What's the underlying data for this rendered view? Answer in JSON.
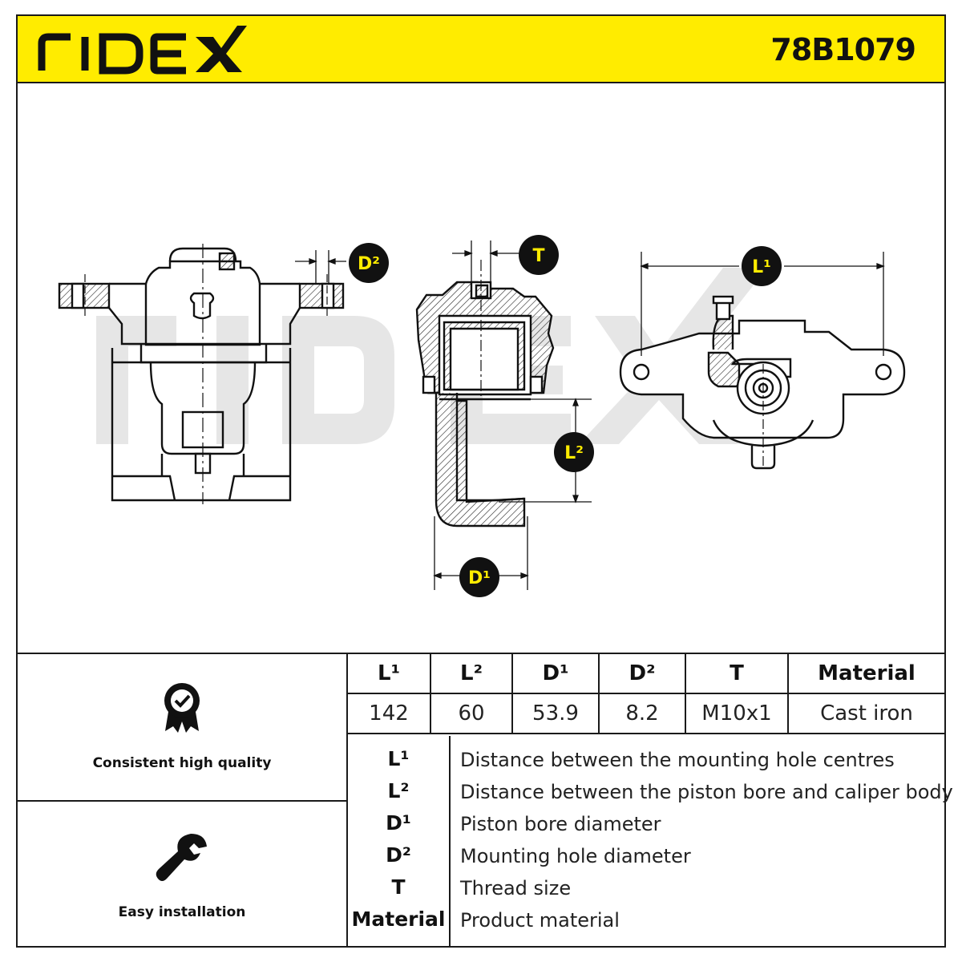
{
  "header": {
    "brand": "RIDEX",
    "part_number": "78B1079",
    "background_color": "#ffec00"
  },
  "drawing": {
    "watermark": "RIDEX",
    "dimension_labels": {
      "d2": "D²",
      "t": "T",
      "l1": "L¹",
      "l2": "L²",
      "d1": "D¹"
    }
  },
  "features": [
    {
      "icon": "quality-badge-icon",
      "label": "Consistent high quality"
    },
    {
      "icon": "wrench-icon",
      "label": "Easy installation"
    }
  ],
  "spec_table": {
    "headers": [
      "L¹",
      "L²",
      "D¹",
      "D²",
      "T",
      "Material"
    ],
    "values": [
      "142",
      "60",
      "53.9",
      "8.2",
      "M10x1",
      "Cast iron"
    ]
  },
  "legend": [
    {
      "key": "L¹",
      "desc": "Distance between the mounting hole centres"
    },
    {
      "key": "L²",
      "desc": "Distance between the piston bore and caliper body"
    },
    {
      "key": "D¹",
      "desc": "Piston bore diameter"
    },
    {
      "key": "D²",
      "desc": "Mounting hole diameter"
    },
    {
      "key": "T",
      "desc": "Thread size"
    },
    {
      "key": "Material",
      "desc": "Product material"
    }
  ]
}
